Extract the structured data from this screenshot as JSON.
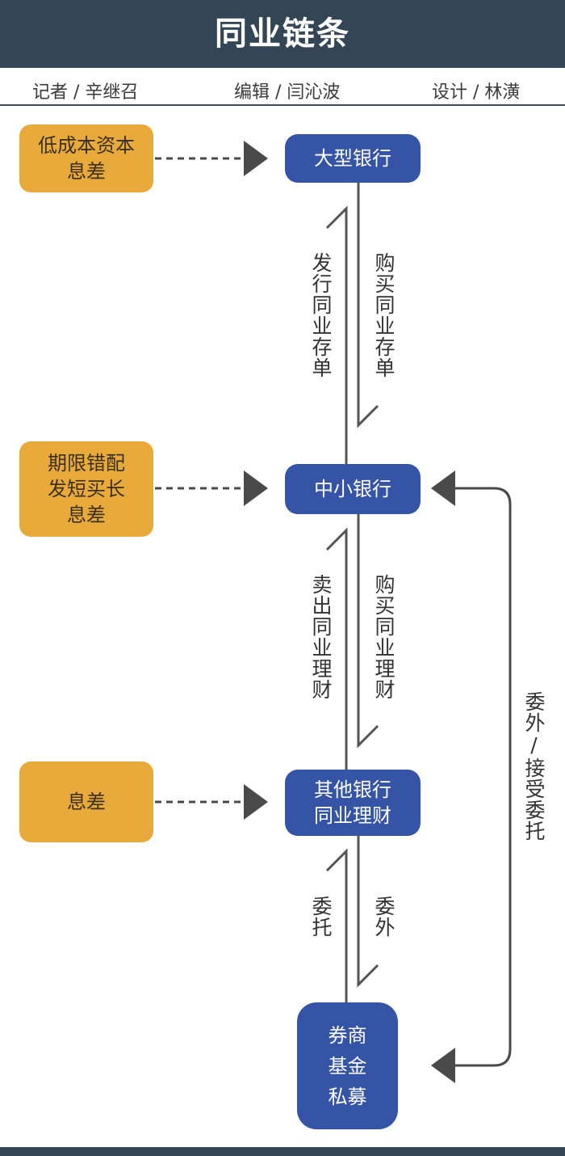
{
  "header": {
    "title": "同业链条"
  },
  "credits": {
    "reporter": "记者 /  辛继召",
    "editor": "编辑 / 闫沁波",
    "designer": "设计 / 林潢"
  },
  "colors": {
    "header_bg": "#344656",
    "motive_box": "#e8aa3a",
    "entity_box": "#3554a6",
    "arrow": "#4a4a4a"
  },
  "motives": [
    {
      "text": "低成本资本\n息差"
    },
    {
      "text": "期限错配\n发短买长\n息差"
    },
    {
      "text": "息差"
    }
  ],
  "entities": [
    {
      "text": "大型银行"
    },
    {
      "text": "中小银行"
    },
    {
      "text": "其他银行\n同业理财"
    },
    {
      "text": "券商\n基金\n私募"
    }
  ],
  "flows": [
    {
      "up_label": "发行同业存单",
      "down_label": "购买同业存单"
    },
    {
      "up_label": "卖出同业理财",
      "down_label": "购买同业理财"
    },
    {
      "up_label": "委托",
      "down_label": "委外"
    }
  ],
  "side_loop": {
    "label": "委外/接受委托"
  }
}
